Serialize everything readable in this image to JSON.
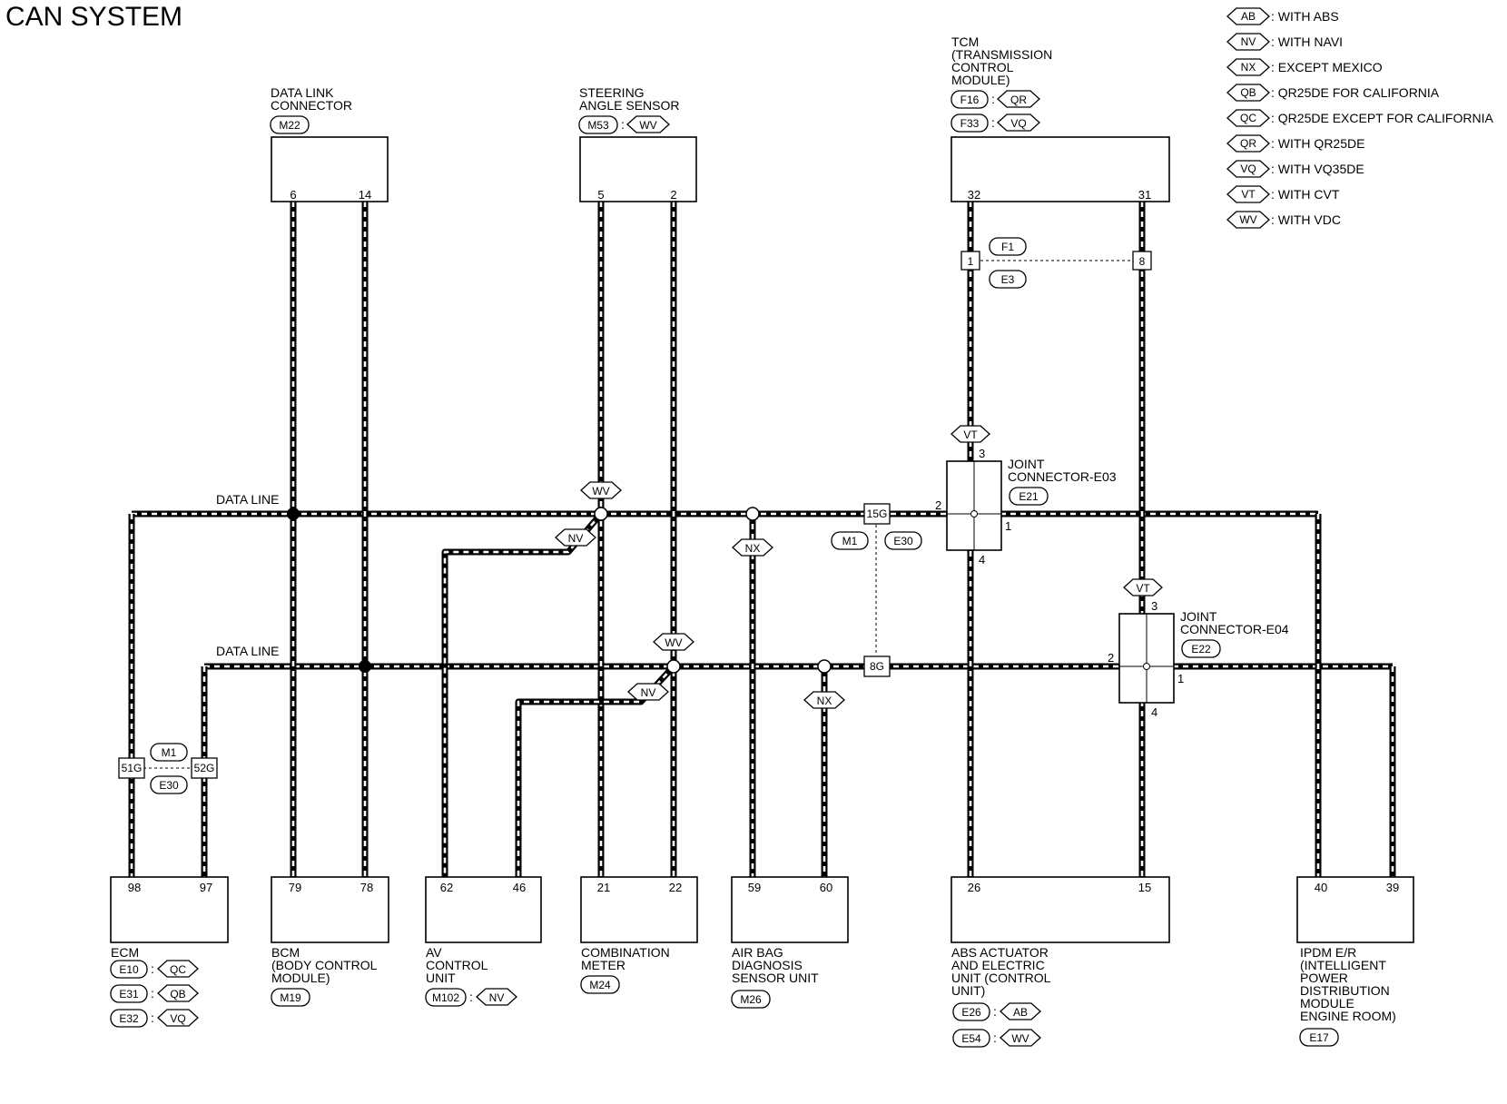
{
  "title": "CAN SYSTEM",
  "legend": [
    {
      "code": "AB",
      "text": ": WITH ABS"
    },
    {
      "code": "NV",
      "text": ": WITH NAVI"
    },
    {
      "code": "NX",
      "text": ": EXCEPT MEXICO"
    },
    {
      "code": "QB",
      "text": ": QR25DE FOR CALIFORNIA"
    },
    {
      "code": "QC",
      "text": ": QR25DE EXCEPT FOR CALIFORNIA"
    },
    {
      "code": "QR",
      "text": ": WITH QR25DE"
    },
    {
      "code": "VQ",
      "text": ": WITH VQ35DE"
    },
    {
      "code": "VT",
      "text": ": WITH CVT"
    },
    {
      "code": "WV",
      "text": ": WITH VDC"
    }
  ],
  "data_line_labels": [
    "DATA LINE",
    "DATA LINE"
  ],
  "components": {
    "dlc": {
      "name": [
        "DATA LINK",
        "CONNECTOR"
      ],
      "conn": "M22",
      "pins": [
        "6",
        "14"
      ]
    },
    "sas": {
      "name": [
        "STEERING",
        "ANGLE SENSOR"
      ],
      "conn": "M53",
      "cond": "WV",
      "pins": [
        "5",
        "2"
      ]
    },
    "tcm": {
      "name": [
        "TCM",
        "(TRANSMISSION",
        "CONTROL",
        "MODULE)"
      ],
      "conns": [
        {
          "conn": "F16",
          "cond": "QR"
        },
        {
          "conn": "F33",
          "cond": "VQ"
        }
      ],
      "pins": [
        "32",
        "31"
      ]
    },
    "ecm": {
      "name": [
        "ECM"
      ],
      "conns": [
        {
          "conn": "E10",
          "cond": "QC"
        },
        {
          "conn": "E31",
          "cond": "QB"
        },
        {
          "conn": "E32",
          "cond": "VQ"
        }
      ],
      "pins": [
        "98",
        "97"
      ]
    },
    "bcm": {
      "name": [
        "BCM",
        "(BODY CONTROL",
        "MODULE)"
      ],
      "conn": "M19",
      "pins": [
        "79",
        "78"
      ]
    },
    "av": {
      "name": [
        "AV",
        "CONTROL",
        "UNIT"
      ],
      "conn": "M102",
      "cond": "NV",
      "pins": [
        "62",
        "46"
      ]
    },
    "meter": {
      "name": [
        "COMBINATION",
        "METER"
      ],
      "conn": "M24",
      "pins": [
        "21",
        "22"
      ]
    },
    "airbag": {
      "name": [
        "AIR BAG",
        "DIAGNOSIS",
        "SENSOR UNIT"
      ],
      "conn": "M26",
      "pins": [
        "59",
        "60"
      ]
    },
    "abs": {
      "name": [
        "ABS ACTUATOR",
        "AND ELECTRIC",
        "UNIT (CONTROL",
        "UNIT)"
      ],
      "conns": [
        {
          "conn": "E26",
          "cond": "AB"
        },
        {
          "conn": "E54",
          "cond": "WV"
        }
      ],
      "pins": [
        "26",
        "15"
      ]
    },
    "ipdm": {
      "name": [
        "IPDM E/R",
        "(INTELLIGENT",
        "POWER",
        "DISTRIBUTION",
        "MODULE",
        "ENGINE ROOM)"
      ],
      "conn": "E17",
      "pins": [
        "40",
        "39"
      ]
    }
  },
  "joints": {
    "e03": {
      "name": [
        "JOINT",
        "CONNECTOR-E03"
      ],
      "conn": "E21",
      "pins": [
        "3",
        "2",
        "1",
        "4"
      ],
      "cond": "VT"
    },
    "e04": {
      "name": [
        "JOINT",
        "CONNECTOR-E04"
      ],
      "conn": "E22",
      "pins": [
        "3",
        "2",
        "1",
        "4"
      ],
      "cond": "VT"
    }
  },
  "inline": {
    "f1e3": {
      "upper": "F1",
      "lower": "E3",
      "pins": [
        "1",
        "8"
      ]
    },
    "m1e30_top": {
      "pin": "15G",
      "left": "M1",
      "right": "E30"
    },
    "m1e30_bottom": {
      "pin": "8G"
    },
    "m1e30_left": {
      "upper": "M1",
      "lower": "E30",
      "pins": [
        "51G",
        "52G"
      ]
    }
  },
  "wire_conditions": {
    "sas_top": "WV",
    "av_top": "NV",
    "nx_top": "NX",
    "meter_wv": "WV",
    "meter_nv": "NV",
    "nx_bottom": "NX"
  }
}
